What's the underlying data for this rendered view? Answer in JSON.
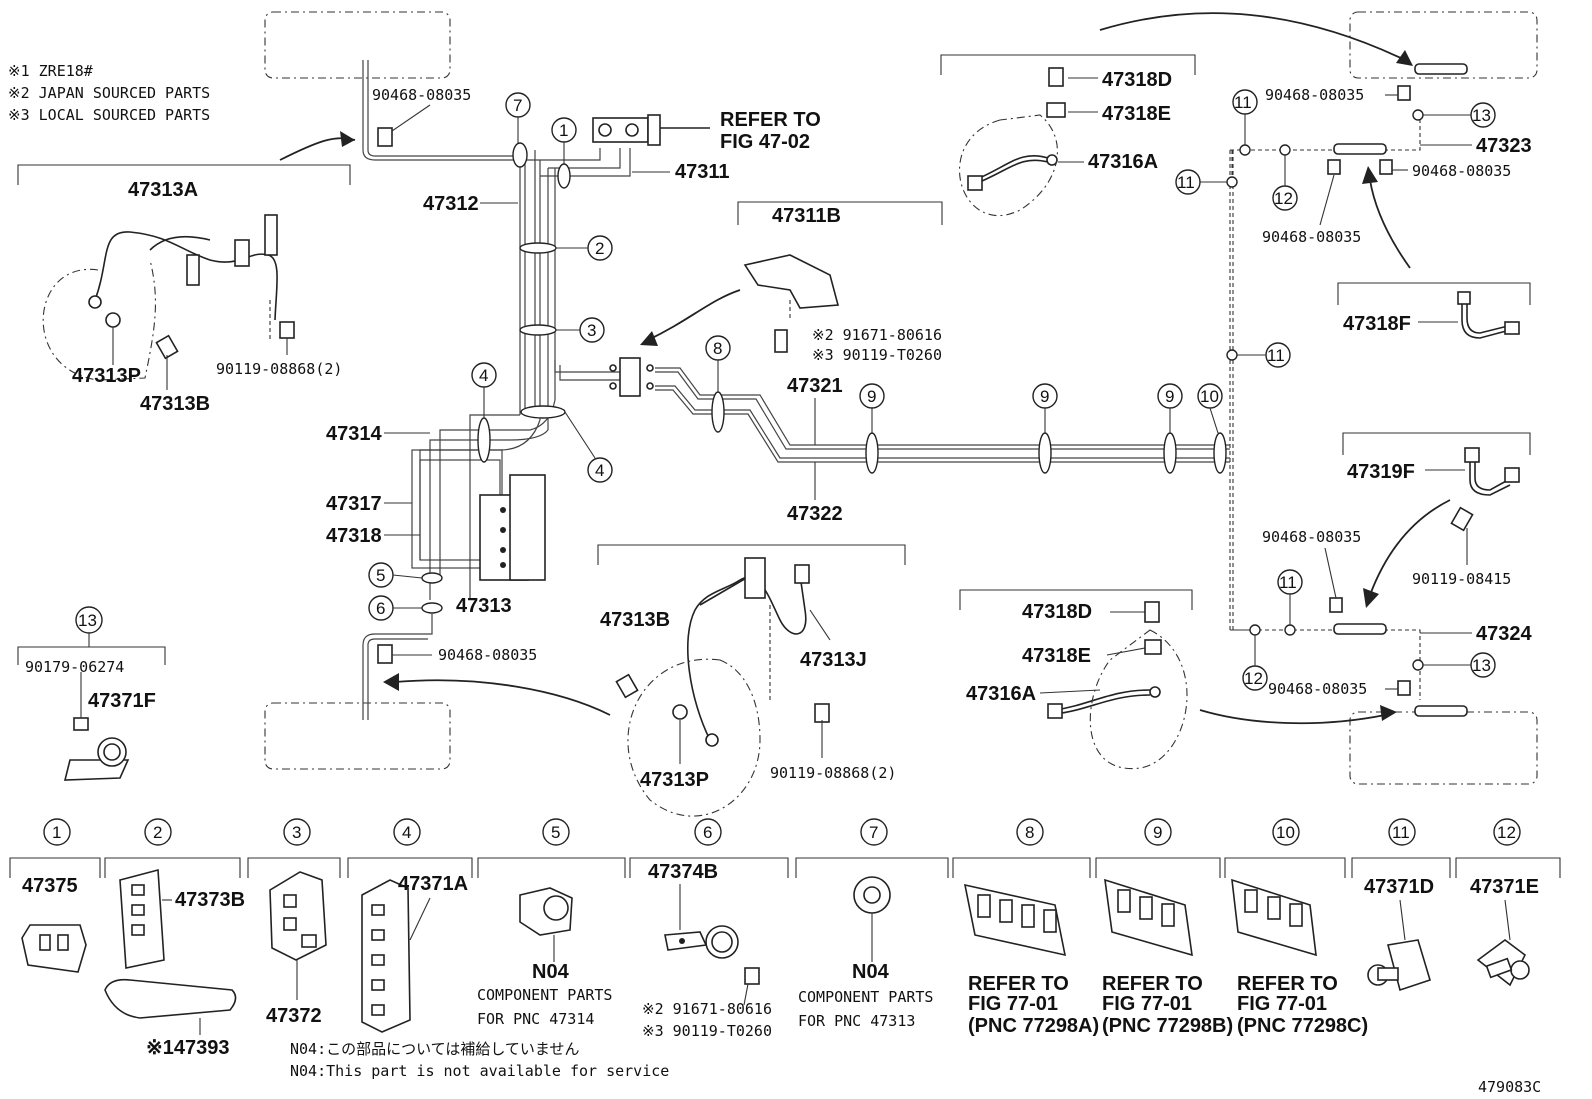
{
  "notes": [
    "※1 ZRE18#",
    "※2 JAPAN SOURCED PARTS",
    "※3 LOCAL SOURCED PARTS"
  ],
  "parts": {
    "p47313A": "47313A",
    "p47313P_a": "47313P",
    "p47313B_a": "47313B",
    "p90119_08868_a": "90119-08868(2)",
    "p90468_08035_a": "90468-08035",
    "p47312": "47312",
    "p47311": "47311",
    "refer_fig_a": "REFER TO",
    "refer_fig_b": "FIG 47-02",
    "p47311B": "47311B",
    "p91671_80616_a": "※2 91671-80616",
    "p90119_T0260_a": "※3 90119-T0260",
    "p47314": "47314",
    "p47317": "47317",
    "p47318": "47318",
    "p47313": "47313",
    "p47321": "47321",
    "p47322": "47322",
    "p90468_08035_b": "90468-08035",
    "p90179_06274": "90179-06274",
    "p47371F": "47371F",
    "p47313B_b": "47313B",
    "p47313J": "47313J",
    "p47313P_b": "47313P",
    "p90119_08868_b": "90119-08868(2)",
    "p47318D_a": "47318D",
    "p47318E_a": "47318E",
    "p47316A_a": "47316A",
    "p90468_08035_c": "90468-08035",
    "p47323": "47323",
    "p90468_08035_d": "90468-08035",
    "p90468_08035_e": "90468-08035",
    "p47318F": "47318F",
    "p47319F": "47319F",
    "p90468_08035_f": "90468-08035",
    "p90119_08415": "90119-08415",
    "p47324": "47324",
    "p90468_08035_g": "90468-08035",
    "p47318D_b": "47318D",
    "p47318E_b": "47318E",
    "p47316A_b": "47316A"
  },
  "callouts": {
    "c1": "1",
    "c2": "2",
    "c3": "3",
    "c4": "4",
    "c5": "5",
    "c6": "6",
    "c7": "7",
    "c8": "8",
    "c9": "9",
    "c10": "10",
    "c11": "11",
    "c12": "12",
    "c13": "13"
  },
  "clips": [
    {
      "num": "1",
      "part": "47375"
    },
    {
      "num": "2",
      "part": "47373B",
      "extra": "※147393"
    },
    {
      "num": "3",
      "part": "47372"
    },
    {
      "num": "4",
      "part": "47371A"
    },
    {
      "num": "5",
      "part": "N04",
      "sub1": "COMPONENT PARTS",
      "sub2": "FOR PNC 47314"
    },
    {
      "num": "6",
      "part": "47374B",
      "sub1": "※2 91671-80616",
      "sub2": "※3 90119-T0260"
    },
    {
      "num": "7",
      "part": "N04",
      "sub1": "COMPONENT PARTS",
      "sub2": "FOR PNC 47313"
    },
    {
      "num": "8",
      "part": "REFER TO",
      "sub1": "FIG 77-01",
      "sub2": "(PNC 77298A)"
    },
    {
      "num": "9",
      "part": "REFER TO",
      "sub1": "FIG 77-01",
      "sub2": "(PNC 77298B)"
    },
    {
      "num": "10",
      "part": "REFER TO",
      "sub1": "FIG 77-01",
      "sub2": "(PNC 77298C)"
    },
    {
      "num": "11",
      "part": "47371D"
    },
    {
      "num": "12",
      "part": "47371E"
    }
  ],
  "footer": {
    "n04_jp": "N04:この部品については補給していません",
    "n04_en": "N04:This part is not available for service",
    "fig_id": "479083C"
  }
}
